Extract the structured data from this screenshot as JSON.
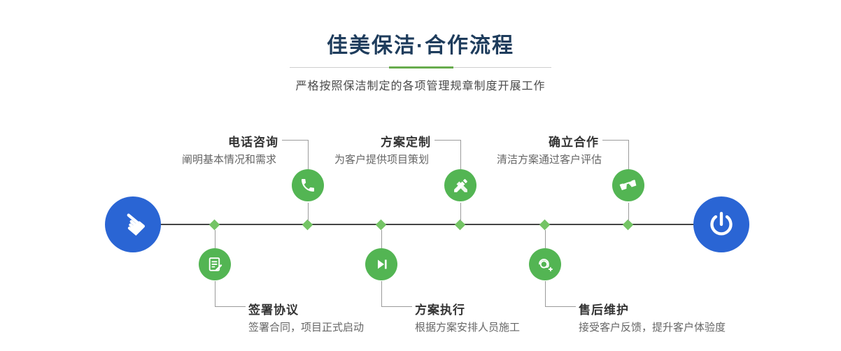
{
  "header": {
    "title": "佳美保洁·合作流程",
    "subtitle": "严格按照保洁制定的各项管理规章制度开展工作"
  },
  "colors": {
    "primary_blue": "#2a65d4",
    "accent_green": "#53b553",
    "diamond_green": "#74c465",
    "title_navy": "#1e3c5c",
    "line_dark": "#454545"
  },
  "timeline": {
    "start_icon": "hand-pointer-icon",
    "end_icon": "power-icon",
    "top_steps": [
      {
        "title": "电话咨询",
        "desc": "阐明基本情况和需求",
        "icon": "phone-icon"
      },
      {
        "title": "方案定制",
        "desc": "为客户提供项目策划",
        "icon": "pencil-design-icon"
      },
      {
        "title": "确立合作",
        "desc": "清洁方案通过客户评估",
        "icon": "handshake-icon"
      }
    ],
    "bottom_steps": [
      {
        "title": "签署协议",
        "desc": "签署合同，项目正式启动",
        "icon": "contract-icon"
      },
      {
        "title": "方案执行",
        "desc": "根据方案安排人员施工",
        "icon": "execute-play-icon"
      },
      {
        "title": "售后维护",
        "desc": "接受客户反馈，提升客户体验度",
        "icon": "customer-service-icon"
      }
    ]
  }
}
